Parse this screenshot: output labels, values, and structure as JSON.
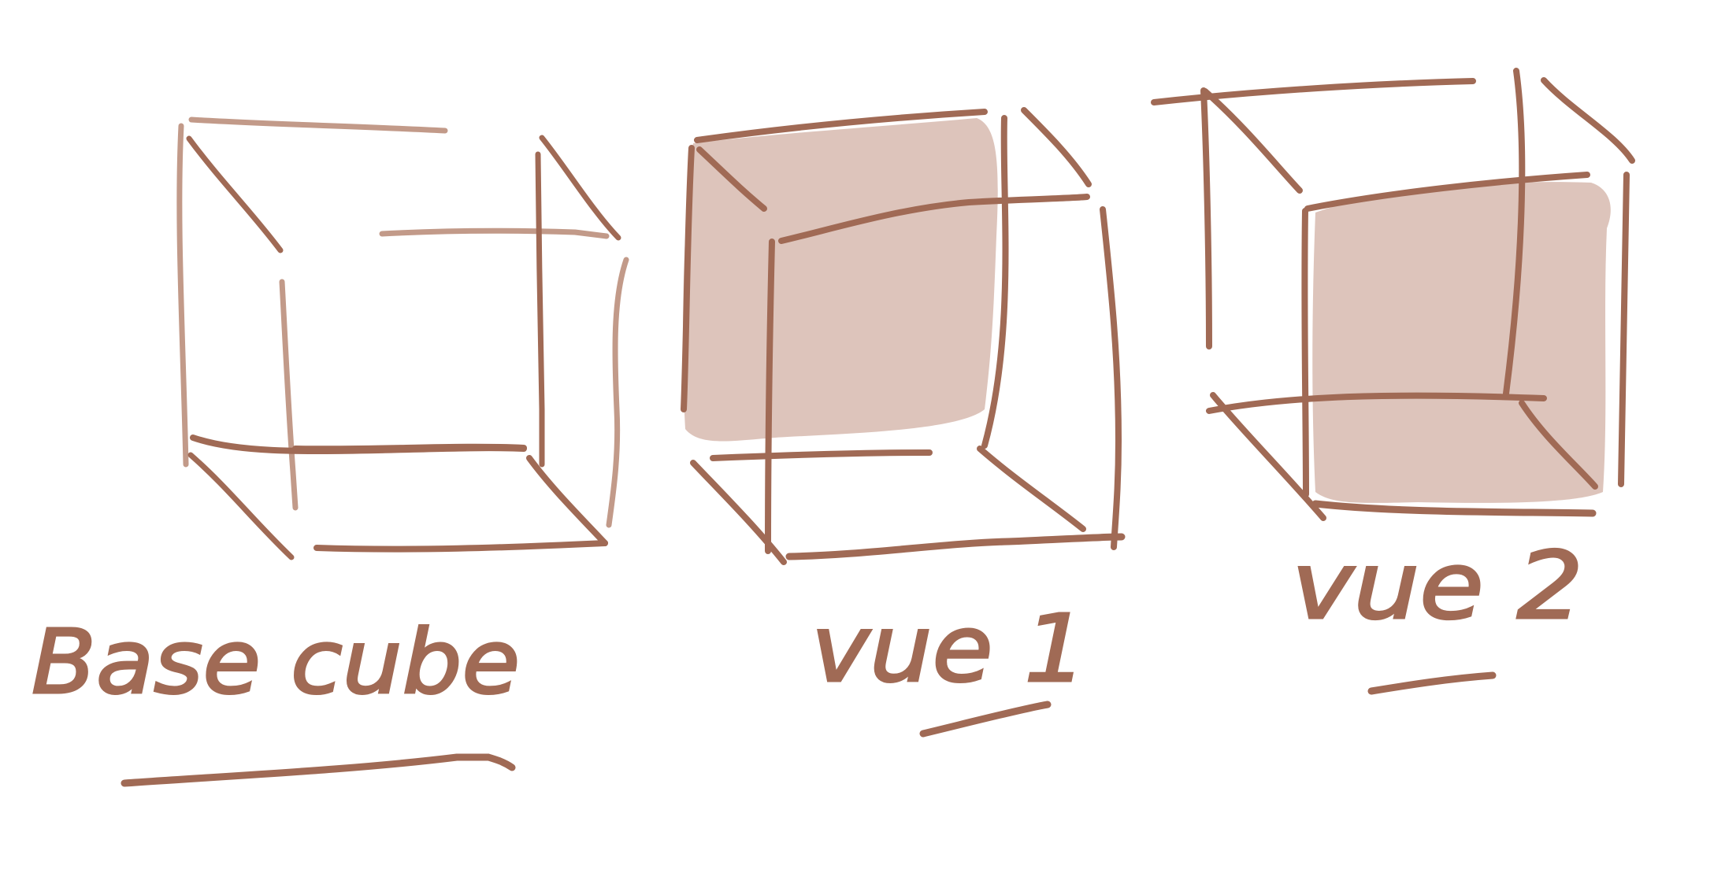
{
  "colors": {
    "ink": "#a06a55",
    "ink_light": "#c29a89",
    "face": "#d4b3a8"
  },
  "panels": [
    {
      "id": "base",
      "caption": "Base cube"
    },
    {
      "id": "view1",
      "caption": "vue 1"
    },
    {
      "id": "view2",
      "caption": "vue 2"
    }
  ]
}
